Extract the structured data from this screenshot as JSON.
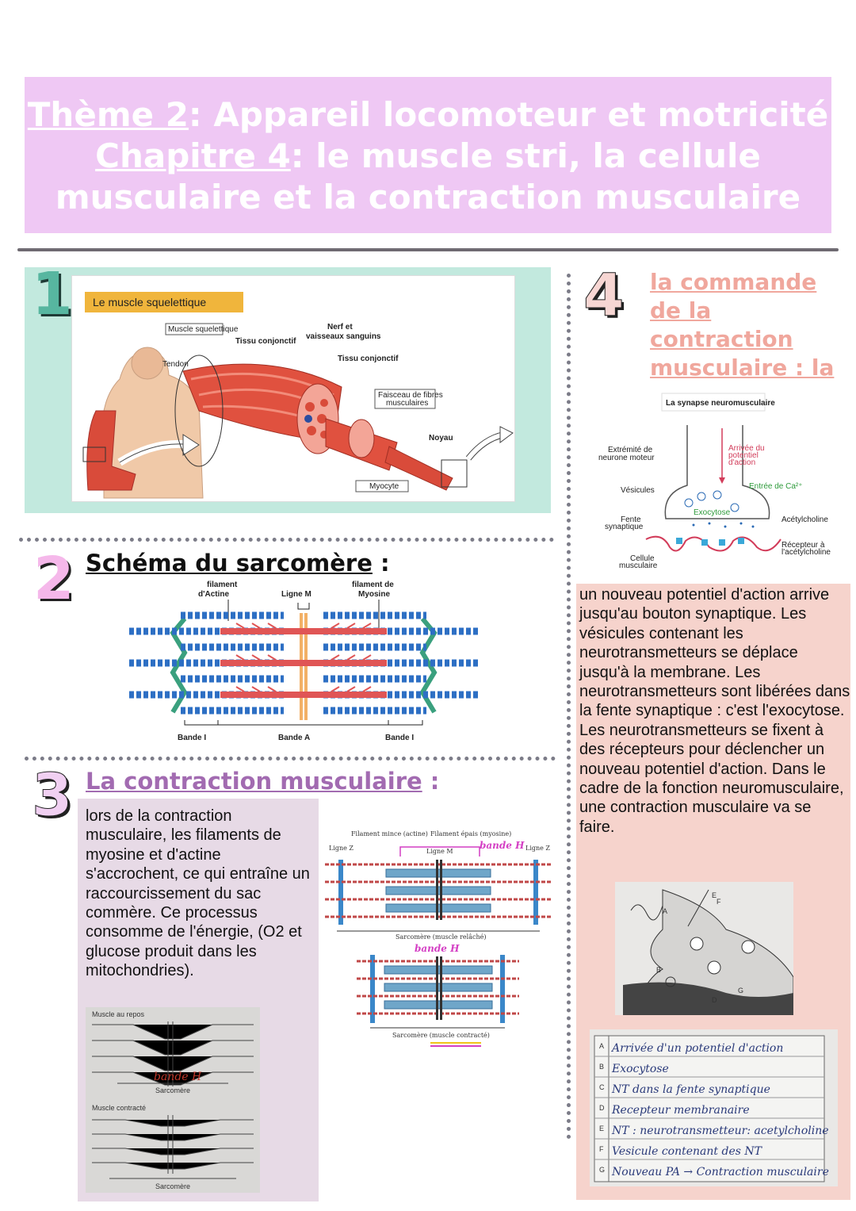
{
  "header": {
    "line1_prefix": "Thème 2",
    "line1_rest": ": Appareil locomoteur et motricité",
    "line2_prefix": "Chapitre 4",
    "line2_rest": ": le muscle stri, la cellule",
    "line3": "musculaire et la contraction musculaire"
  },
  "section1": {
    "number": "1",
    "figure": {
      "title": "Le muscle squelettique",
      "labels": [
        "Muscle squelettique",
        "Tissu conjonctif",
        "Nerf et",
        "vaisseaux sanguins",
        "Tendon",
        "Tissu conjonctif",
        "Faisceau de fibres",
        "musculaires",
        "Noyau",
        "Myocyte"
      ]
    }
  },
  "section2": {
    "number": "2",
    "title": "Schéma du sarcomère",
    "title_suffix": " :",
    "labels": {
      "actine_top": "filament",
      "actine_bottom": "d'Actine",
      "ligne_m": "Ligne M",
      "myosine_top": "filament de",
      "myosine_bottom": "Myosine",
      "bande_i_left": "Bande I",
      "bande_a": "Bande A",
      "bande_i_right": "Bande I"
    }
  },
  "section3": {
    "number": "3",
    "title": "La contraction musculaire",
    "title_suffix": " :",
    "text": "lors de la contraction musculaire, les filaments de myosine et d'actine s'accrochent, ce qui entraîne un raccourcissement du sac commère. Ce processus consomme de l'énergie, (O2 et glucose produit dans les mitochondries).",
    "diagram": {
      "filament_mince": "Filament mince (actine)",
      "filament_epais": "Filament épais (myosine)",
      "ligne_z_left": "Ligne Z",
      "ligne_m": "Ligne M",
      "ligne_z_right": "Ligne Z",
      "bande_h_1": "bande H",
      "caption_relache": "Sarcomère (muscle relâché)",
      "bande_h_2": "bande H",
      "caption_contracte": "Sarcomère (muscle contracté)"
    },
    "photo": {
      "repos": "Muscle au repos",
      "bande_h": "bande H",
      "sarcomere_1": "Sarcomère",
      "contracte": "Muscle contracté",
      "sarcomere_2": "Sarcomère"
    }
  },
  "section4": {
    "number": "4",
    "title": "la commande de la contraction musculaire : la synapse",
    "diagram": {
      "title": "La synapse neuromusculaire",
      "extremite_1": "Extrémité de",
      "extremite_2": "neurone moteur",
      "arrivee_1": "Arrivée du",
      "arrivee_2": "potentiel",
      "arrivee_3": "d'action",
      "entree_ca": "Entrée de Ca²⁺",
      "vesicules": "Vésicules",
      "exocytose": "Exocytose",
      "fente_1": "Fente",
      "fente_2": "synaptique",
      "acetylcholine": "Acétylcholine",
      "recepteur_1": "Récepteur à",
      "recepteur_2": "l'acétylcholine",
      "cellule_1": "Cellule",
      "cellule_2": "musculaire"
    },
    "text": "un nouveau potentiel d'action arrive jusqu'au bouton synaptique. Les vésicules contenant les neurotransmetteurs se déplace jusqu'à la membrane. Les neurotransmetteurs sont libérées dans la fente synaptique : c'est l'exocytose. Les neurotransmetteurs se fixent à des récepteurs pour déclencher un nouveau potentiel d'action. Dans le cadre de la fonction neuromusculaire, une contraction musculaire va se faire.",
    "photo_letters": [
      "A",
      "E",
      "F",
      "B",
      "D",
      "G"
    ],
    "table": [
      {
        "letter": "A",
        "text": "Arrivée d'un potentiel d'action"
      },
      {
        "letter": "B",
        "text": "Exocytose"
      },
      {
        "letter": "C",
        "text": "NT dans la fente synaptique"
      },
      {
        "letter": "D",
        "text": "Recepteur membranaire"
      },
      {
        "letter": "E",
        "text": "NT : neurotransmetteur: acetylcholine"
      },
      {
        "letter": "F",
        "text": "Vesicule contenant des NT"
      },
      {
        "letter": "G",
        "text": "Nouveau PA → Contraction musculaire"
      }
    ]
  },
  "colors": {
    "header_bg": "#efc8f4",
    "panel1_bg": "#c2e9de",
    "panel3_bg": "#e7dae6",
    "panel4_bg": "#f6d3cc",
    "title3": "#a26bb1",
    "title4": "#f0a79d"
  }
}
